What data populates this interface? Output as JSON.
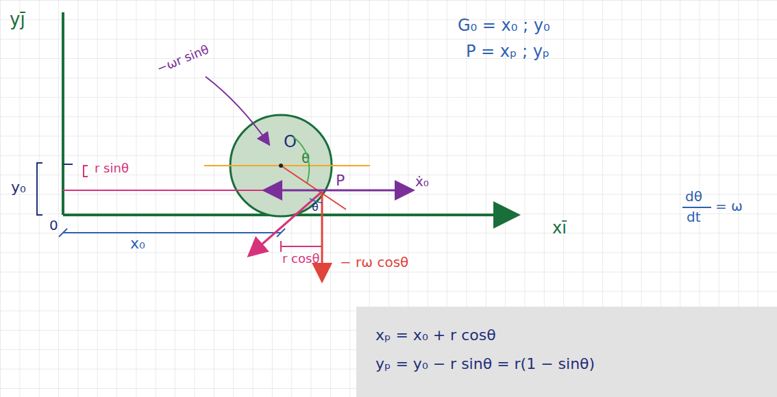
{
  "diagram": {
    "nodes": [
      {
        "text": [
          "O",
          "θ"
        ]
      },
      {
        "text": [
          "xₚ = x₀ + r cosθ",
          "yₚ = y₀ − r sinθ = r(1 − sinθ)"
        ]
      }
    ],
    "edges": [],
    "labels": [
      "yj̄",
      "G₀ = x₀ ; y₀",
      "P = xₚ ; yₚ",
      "−ωr sinθ",
      "r sinθ",
      "y₀",
      "0",
      "x₀",
      "P",
      "ẋ₀",
      "θ",
      "r cosθ",
      "− rω cosθ",
      "xī",
      "dθ",
      "dt",
      "= ω"
    ]
  }
}
